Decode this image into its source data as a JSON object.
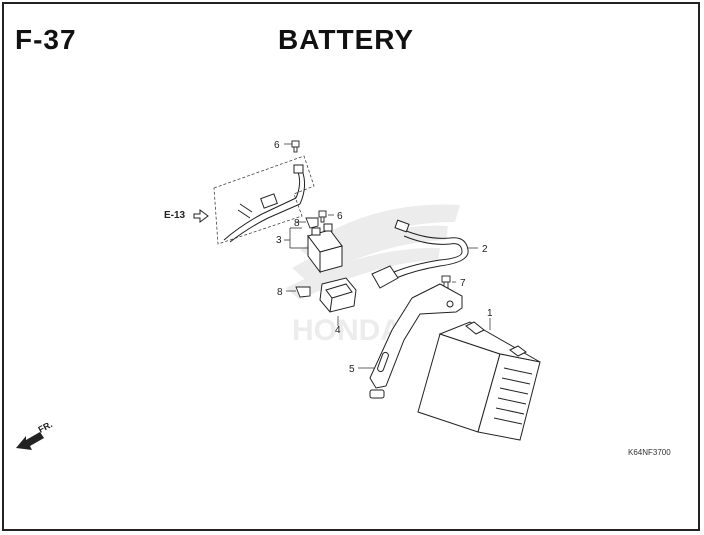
{
  "header": {
    "figure_code": "F-37",
    "title": "BATTERY"
  },
  "reference_code": "K64NF3700",
  "cross_reference": "E-13",
  "direction_label": "FR.",
  "watermark": "HONDA",
  "callouts": {
    "c1": "1",
    "c2": "2",
    "c3": "3",
    "c4": "4",
    "c5": "5",
    "c6a": "6",
    "c6b": "6",
    "c7": "7",
    "c8a": "8",
    "c8b": "8"
  },
  "colors": {
    "line": "#222222",
    "watermark": "#e6e6e6",
    "background": "#ffffff"
  }
}
